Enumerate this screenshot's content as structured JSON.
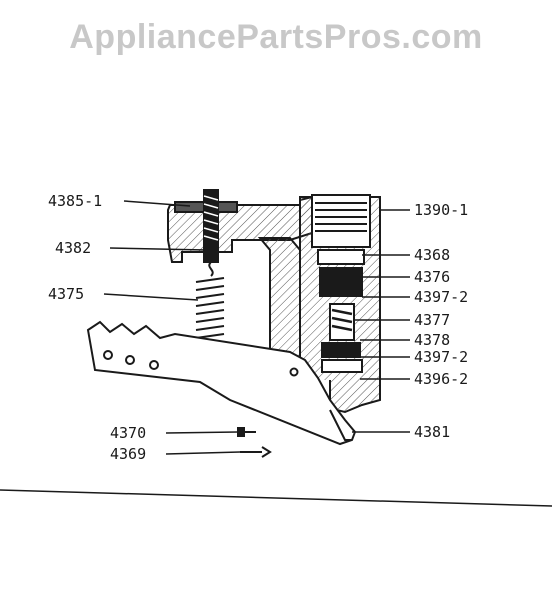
{
  "watermark": "AppliancePartsPros.com",
  "colors": {
    "ink": "#1a1a1a",
    "watermark": "#c8c8c8",
    "background": "#ffffff"
  },
  "part_labels": {
    "p4385_1": "4385-1",
    "p4382": "4382",
    "p4375": "4375",
    "p4370": "4370",
    "p4369": "4369",
    "p1390_1": "1390-1",
    "p4368": "4368",
    "p4376": "4376",
    "p4397_2a": "4397-2",
    "p4377": "4377",
    "p4378": "4378",
    "p4397_2b": "4397-2",
    "p4396_2": "4396-2",
    "p4381": "4381"
  }
}
